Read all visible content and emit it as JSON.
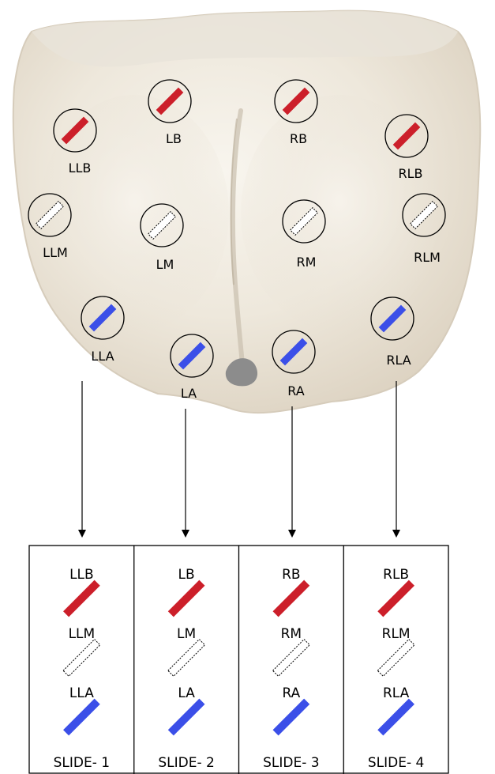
{
  "colors": {
    "tissue_base": "#ece6da",
    "tissue_highlight": "#f6f2ea",
    "tissue_shadow": "#d9d0bf",
    "tissue_dark": "#8a8a8a",
    "base_sample": "#cc1f2a",
    "mid_sample": "#ffffff",
    "apex_sample": "#3b4fe8",
    "outline": "#000000"
  },
  "sites": [
    {
      "id": "LLB",
      "label": "LLB",
      "zone": "base"
    },
    {
      "id": "LB",
      "label": "LB",
      "zone": "base"
    },
    {
      "id": "RB",
      "label": "RB",
      "zone": "base"
    },
    {
      "id": "RLB",
      "label": "RLB",
      "zone": "base"
    },
    {
      "id": "LLM",
      "label": "LLM",
      "zone": "mid"
    },
    {
      "id": "LM",
      "label": "LM",
      "zone": "mid"
    },
    {
      "id": "RM",
      "label": "RM",
      "zone": "mid"
    },
    {
      "id": "RLM",
      "label": "RLM",
      "zone": "mid"
    },
    {
      "id": "LLA",
      "label": "LLA",
      "zone": "apex"
    },
    {
      "id": "LA",
      "label": "LA",
      "zone": "apex"
    },
    {
      "id": "RA",
      "label": "RA",
      "zone": "apex"
    },
    {
      "id": "RLA",
      "label": "RLA",
      "zone": "apex"
    }
  ],
  "slides": [
    {
      "name": "SLIDE- 1",
      "samples": [
        {
          "label": "LLB",
          "zone": "base"
        },
        {
          "label": "LLM",
          "zone": "mid"
        },
        {
          "label": "LLA",
          "zone": "apex"
        }
      ]
    },
    {
      "name": "SLIDE- 2",
      "samples": [
        {
          "label": "LB",
          "zone": "base"
        },
        {
          "label": "LM",
          "zone": "mid"
        },
        {
          "label": "LA",
          "zone": "apex"
        }
      ]
    },
    {
      "name": "SLIDE- 3",
      "samples": [
        {
          "label": "RB",
          "zone": "base"
        },
        {
          "label": "RM",
          "zone": "mid"
        },
        {
          "label": "RA",
          "zone": "apex"
        }
      ]
    },
    {
      "name": "SLIDE- 4",
      "samples": [
        {
          "label": "RLB",
          "zone": "base"
        },
        {
          "label": "RLM",
          "zone": "mid"
        },
        {
          "label": "RLA",
          "zone": "apex"
        }
      ]
    }
  ]
}
